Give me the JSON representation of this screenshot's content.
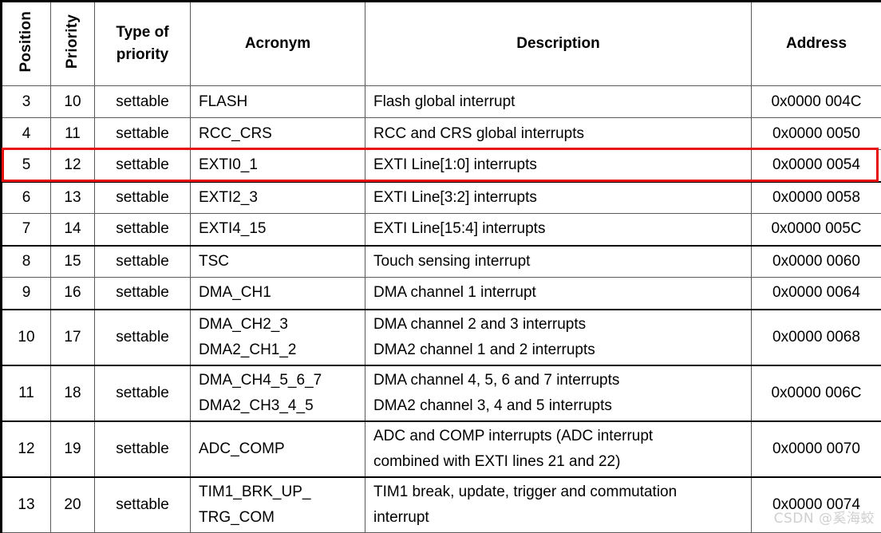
{
  "table": {
    "headers": [
      {
        "label": "Position",
        "orientation": "vertical"
      },
      {
        "label": "Priority",
        "orientation": "vertical"
      },
      {
        "label": "Type of priority",
        "line1": "Type of",
        "line2": "priority",
        "orientation": "horizontal"
      },
      {
        "label": "Acronym",
        "orientation": "horizontal"
      },
      {
        "label": "Description",
        "orientation": "horizontal"
      },
      {
        "label": "Address",
        "orientation": "horizontal"
      }
    ],
    "rows": [
      {
        "position": "3",
        "priority": "10",
        "type": "settable",
        "acronym": [
          "FLASH"
        ],
        "description": [
          "Flash global interrupt"
        ],
        "address": "0x0000 004C",
        "highlighted": false
      },
      {
        "position": "4",
        "priority": "11",
        "type": "settable",
        "acronym": [
          "RCC_CRS"
        ],
        "description": [
          "RCC and CRS global interrupts"
        ],
        "address": "0x0000 0050",
        "highlighted": false
      },
      {
        "position": "5",
        "priority": "12",
        "type": "settable",
        "acronym": [
          "EXTI0_1"
        ],
        "description": [
          "EXTI Line[1:0] interrupts"
        ],
        "address": "0x0000 0054",
        "highlighted": true
      },
      {
        "position": "6",
        "priority": "13",
        "type": "settable",
        "acronym": [
          "EXTI2_3"
        ],
        "description": [
          "EXTI Line[3:2] interrupts"
        ],
        "address": "0x0000 0058",
        "highlighted": false
      },
      {
        "position": "7",
        "priority": "14",
        "type": "settable",
        "acronym": [
          "EXTI4_15"
        ],
        "description": [
          "EXTI Line[15:4] interrupts"
        ],
        "address": "0x0000 005C",
        "highlighted": false
      },
      {
        "position": "8",
        "priority": "15",
        "type": "settable",
        "acronym": [
          "TSC"
        ],
        "description": [
          "Touch sensing interrupt"
        ],
        "address": "0x0000 0060",
        "highlighted": false
      },
      {
        "position": "9",
        "priority": "16",
        "type": "settable",
        "acronym": [
          "DMA_CH1"
        ],
        "description": [
          "DMA channel 1 interrupt"
        ],
        "address": "0x0000 0064",
        "highlighted": false
      },
      {
        "position": "10",
        "priority": "17",
        "type": "settable",
        "acronym": [
          "DMA_CH2_3",
          "DMA2_CH1_2"
        ],
        "description": [
          "DMA channel 2 and 3 interrupts",
          "DMA2 channel 1 and 2 interrupts"
        ],
        "address": "0x0000 0068",
        "highlighted": false
      },
      {
        "position": "11",
        "priority": "18",
        "type": "settable",
        "acronym": [
          "DMA_CH4_5_6_7",
          "DMA2_CH3_4_5"
        ],
        "description": [
          "DMA channel 4, 5, 6 and 7 interrupts",
          "DMA2 channel 3, 4 and 5 interrupts"
        ],
        "address": "0x0000 006C",
        "highlighted": false
      },
      {
        "position": "12",
        "priority": "19",
        "type": "settable",
        "acronym": [
          "ADC_COMP"
        ],
        "description": [
          "ADC and COMP interrupts (ADC interrupt",
          "combined with EXTI lines 21 and 22)"
        ],
        "address": "0x0000 0070",
        "highlighted": false
      },
      {
        "position": "13",
        "priority": "20",
        "type": "settable",
        "acronym": [
          "TIM1_BRK_UP_",
          "TRG_COM"
        ],
        "description": [
          "TIM1 break, update, trigger and commutation",
          "interrupt"
        ],
        "address": "0x0000 0074",
        "highlighted": false
      }
    ]
  },
  "highlight": {
    "color": "#e8100f",
    "target_row_position": "5"
  },
  "watermark": {
    "text": "CSDN @奚海蛟",
    "color": "#cfcfcf"
  }
}
